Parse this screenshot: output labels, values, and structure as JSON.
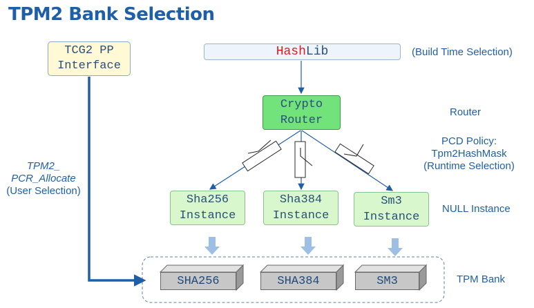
{
  "title": "TPM2 Bank Selection",
  "tcg": {
    "line1": "TCG2 PP",
    "line2": "Interface"
  },
  "hashlib": {
    "part1": "Hash",
    "part2": "Lib"
  },
  "router_box": {
    "line1": "Crypto",
    "line2": "Router"
  },
  "instances": [
    {
      "line1": "Sha256",
      "line2": "Instance"
    },
    {
      "line1": "Sha384",
      "line2": "Instance"
    },
    {
      "line1": "Sm3",
      "line2": "Instance"
    }
  ],
  "banks": [
    "SHA256",
    "SHA384",
    "SM3"
  ],
  "labels": {
    "build_time": "(Build Time Selection)",
    "router": "Router",
    "pcd_line1": "PCD Policy:",
    "pcd_line2": "Tpm2HashMask",
    "pcd_line3": "(Runtime Selection)",
    "null_instance": "NULL Instance",
    "tpm_bank": "TPM Bank",
    "tpm2_line1": "TPM2_",
    "tpm2_line2": "PCR_Allocate",
    "tpm2_line3": "(User Selection)"
  },
  "colors": {
    "title": "#1f5fa8",
    "router_fill": "#72e27b",
    "instance_fill": "#d8f7cc",
    "tcg_fill": "#fff9d6",
    "hashlib_highlight": "#e11919",
    "connector": "#1f5fa8",
    "down_arrow": "#9dbfe3"
  }
}
